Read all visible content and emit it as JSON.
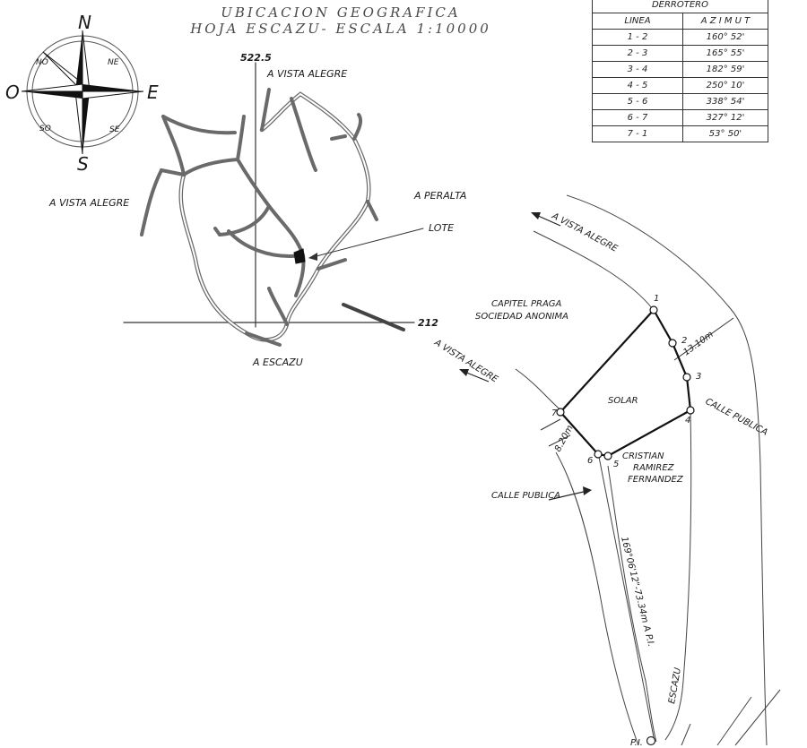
{
  "title": {
    "line1": "UBICACION GEOGRAFICA",
    "line2": "HOJA ESCAZU- ESCALA 1:10000"
  },
  "compass": {
    "n": "N",
    "s": "S",
    "e": "E",
    "o": "O",
    "ne": "NE",
    "no": "NO",
    "se": "SE",
    "so": "SO"
  },
  "location_map": {
    "coord_x": "522.5",
    "coord_y": "212",
    "labels": {
      "vista_alegre_top": "A VISTA ALEGRE",
      "vista_alegre_left": "A VISTA ALEGRE",
      "peralta": "A PERALTA",
      "lote": "LOTE",
      "escazu": "A ESCAZU"
    }
  },
  "derrotero": {
    "title": "DERROTERO",
    "col_linea": "LINEA",
    "col_azimut": "A Z I M U T",
    "rows": [
      {
        "linea": "1 - 2",
        "azimut": "160° 52'"
      },
      {
        "linea": "2 - 3",
        "azimut": "165° 55'"
      },
      {
        "linea": "3 - 4",
        "azimut": "182° 59'"
      },
      {
        "linea": "4 - 5",
        "azimut": "250° 10'"
      },
      {
        "linea": "5 - 6",
        "azimut": "338° 54'"
      },
      {
        "linea": "6 - 7",
        "azimut": "327° 12'"
      },
      {
        "linea": "7 - 1",
        "azimut": "53° 50'"
      }
    ]
  },
  "plot": {
    "vista_alegre_1": "A VISTA ALEGRE",
    "vista_alegre_2": "A VISTA ALEGRE",
    "capitel_1": "CAPITEL PRAGA",
    "capitel_2": "SOCIEDAD ANONIMA",
    "solar": "SOLAR",
    "calle_publica_right": "CALLE PUBLICA",
    "calle_publica_left": "CALLE PUBLICA",
    "cristian_1": "CRISTIAN",
    "cristian_2": "RAMIREZ",
    "cristian_3": "FERNANDEZ",
    "dist_right": "13.10m",
    "dist_left": "8.20m",
    "bearing": "169°06'12\"-73.34m A P.I.",
    "escazu": "ESCAZU",
    "pi": "P.I.",
    "vertices": [
      "1",
      "2",
      "3",
      "4",
      "5",
      "6",
      "7"
    ]
  }
}
